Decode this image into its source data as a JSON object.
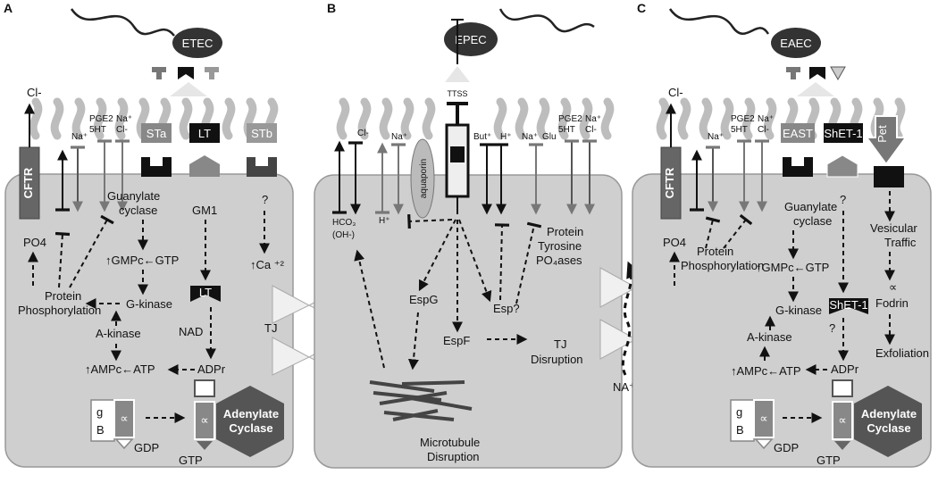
{
  "panels": {
    "A": {
      "letter": "A",
      "bacterium": "ETEC",
      "cftr": "CFTR",
      "cl_out": "Cl-",
      "na_plus": "Na⁺",
      "pge2": "PGE2",
      "ht5": "5HT",
      "na_plus2": "Na⁺",
      "cl_minus": "Cl-",
      "sta": "STa",
      "lt": "LT",
      "stb": "STb",
      "guanylate": "Guanylate",
      "cyclase": "cyclase",
      "gm1": "GM1",
      "question": "?",
      "po4": "PO4",
      "gmpc": "↑GMPc←GTP",
      "ca": "↑Ca ⁺²",
      "protein": "Protein",
      "phosphorylation": "Phosphorylation",
      "gkinase": "G-kinase",
      "lt2": "LT",
      "akinase": "A-kinase",
      "nad": "NAD",
      "tj": "TJ",
      "ampc": "↑AMPc←ATP",
      "adpr": "ADPr",
      "g": "g",
      "b": "B",
      "alpha": "∝",
      "alpha2": "∝",
      "adenylate": "Adenylate",
      "cyclase2": "Cyclase",
      "gdp": "GDP",
      "gtp": "GTP"
    },
    "B": {
      "letter": "B",
      "bacterium": "EPEC",
      "ttss": "TTSS",
      "cl": "Cl-",
      "na": "Na⁺",
      "aquaporin": "aquaporin",
      "but": "But⁺",
      "h": "H⁺",
      "na2": "Na⁺",
      "glu": "Glu",
      "pge2": "PGE2",
      "ht5": "5HT",
      "na3": "Na⁺",
      "cl2": "Cl-",
      "hco3": "HCO₃",
      "oh": "(OH-)",
      "hplus": "H⁺",
      "protein": "Protein",
      "tyrosine": "Tyrosine",
      "po4ases": "PO₄ases",
      "espg": "EspG",
      "esp": "Esp?",
      "espf": "EspF",
      "tj": "TJ",
      "disruption": "Disruption",
      "microtubule": "Microtubule",
      "disruption2": "Disruption"
    },
    "C": {
      "letter": "C",
      "bacterium": "EAEC",
      "cftr": "CFTR",
      "cl_out": "Cl-",
      "na_plus": "Na⁺",
      "pge2": "PGE2",
      "ht5": "5HT",
      "na_plus2": "Na⁺",
      "cl_minus": "Cl-",
      "east": "EAST",
      "shet": "ShET-1",
      "pet": "Pet",
      "guanylate": "Guanylate",
      "cyclase": "cyclase",
      "question": "?",
      "vesicular": "Vesicular",
      "traffic": "Traffic",
      "po4": "PO4",
      "protein": "Protein",
      "phosphorylation": "Phosphorylation",
      "gmpc": "↑GMPc←GTP",
      "alpha_f": "∝",
      "fodrin": "Fodrin",
      "shet2": "ShET-1",
      "gkinase": "G-kinase",
      "akinase": "A-kinase",
      "question2": "?",
      "exfoliation": "Exfoliation",
      "ampc": "↑AMPc←ATP",
      "adpr": "ADPr",
      "g": "g",
      "b": "B",
      "alpha": "∝",
      "alpha2": "∝",
      "adenylate": "Adenylate",
      "cyclase2": "Cyclase",
      "gdp": "GDP",
      "gtp": "GTP"
    },
    "na_between": "NA⁺"
  },
  "colors": {
    "cell": "#cfcfcf",
    "dark": "#1a1a1a",
    "mid": "#6e6e6e",
    "hex": "#555555"
  }
}
